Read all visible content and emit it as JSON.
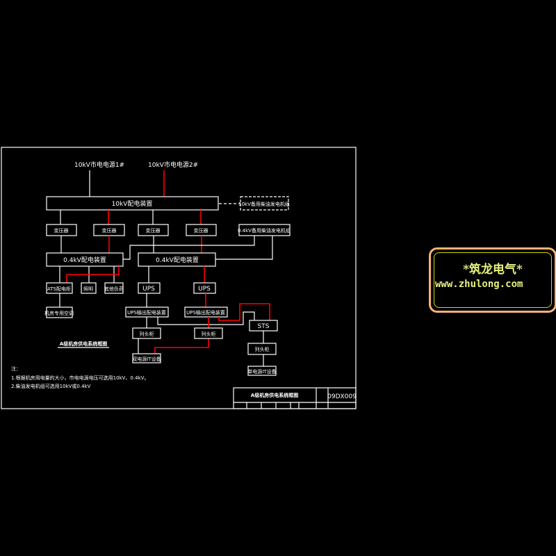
{
  "sources": {
    "s1": "10kV市电电源1#",
    "s2": "10kV市电电源2#"
  },
  "hv_switchgear": "10kV配电装置",
  "hv_generator": "10kV备用柴油发电机组",
  "transformers": [
    "变压器",
    "变压器",
    "变压器",
    "变压器"
  ],
  "lv_generator": "0.4kV备用柴油发电机组",
  "lv_switchgear": [
    "0.4kV配电装置",
    "0.4kV配电装置"
  ],
  "loads": {
    "ats": "ATS配电柜",
    "lighting": "照明",
    "other": "其他负荷",
    "ac": "机房专用空调"
  },
  "ups": [
    "UPS",
    "UPS"
  ],
  "ups_output": [
    "UPS输出配电装置",
    "UPS输出配电装置"
  ],
  "column_cabinet": [
    "列头柜",
    "列头柜",
    "列头柜"
  ],
  "sts": "STS",
  "dual_it": "双电源IT设备",
  "single_it": "单电源IT设备",
  "diagram_title": "A级机房供电系统框图",
  "notes": {
    "heading": "注：",
    "n1": "1.根据机房用电量的大小，市电电源电压可选用10kV、0.4kV。",
    "n2": "2.柴油发电机组可选用10kV或0.4kV"
  },
  "title_block": {
    "title": "A级机房供电系统框图",
    "code": "09DX009"
  },
  "logo": {
    "name": "*筑龙电气*",
    "url": "www.zhulong.com"
  }
}
